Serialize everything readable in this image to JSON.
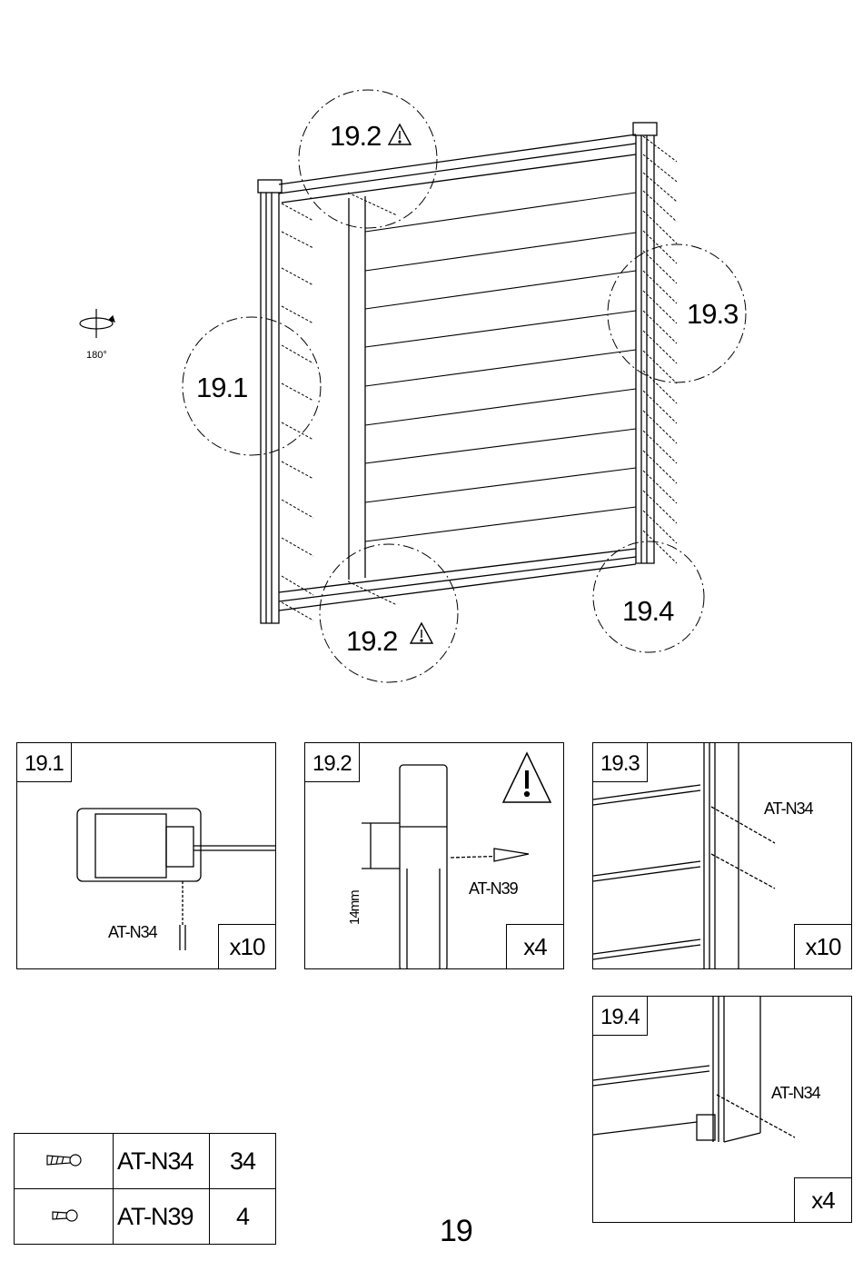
{
  "overview": {
    "rotate_label": "180°",
    "callouts": [
      {
        "id": "c192top",
        "label": "19.2",
        "warning": true
      },
      {
        "id": "c191",
        "label": "19.1",
        "warning": false
      },
      {
        "id": "c193",
        "label": "19.3",
        "warning": false
      },
      {
        "id": "c192bot",
        "label": "19.2",
        "warning": true
      },
      {
        "id": "c194",
        "label": "19.4",
        "warning": false
      }
    ]
  },
  "details": [
    {
      "tag": "19.1",
      "part": "AT-N34",
      "qty": "x10"
    },
    {
      "tag": "19.2",
      "part": "AT-N39",
      "qty": "x4",
      "dimension": "14mm"
    },
    {
      "tag": "19.3",
      "part": "AT-N34",
      "qty": "x10"
    },
    {
      "tag": "19.4",
      "part": "AT-N34",
      "qty": "x4"
    }
  ],
  "parts_table": [
    {
      "icon": "screw-long-icon",
      "code": "AT-N34",
      "count": "34"
    },
    {
      "icon": "screw-short-icon",
      "code": "AT-N39",
      "count": "4"
    }
  ],
  "page_number": "19"
}
